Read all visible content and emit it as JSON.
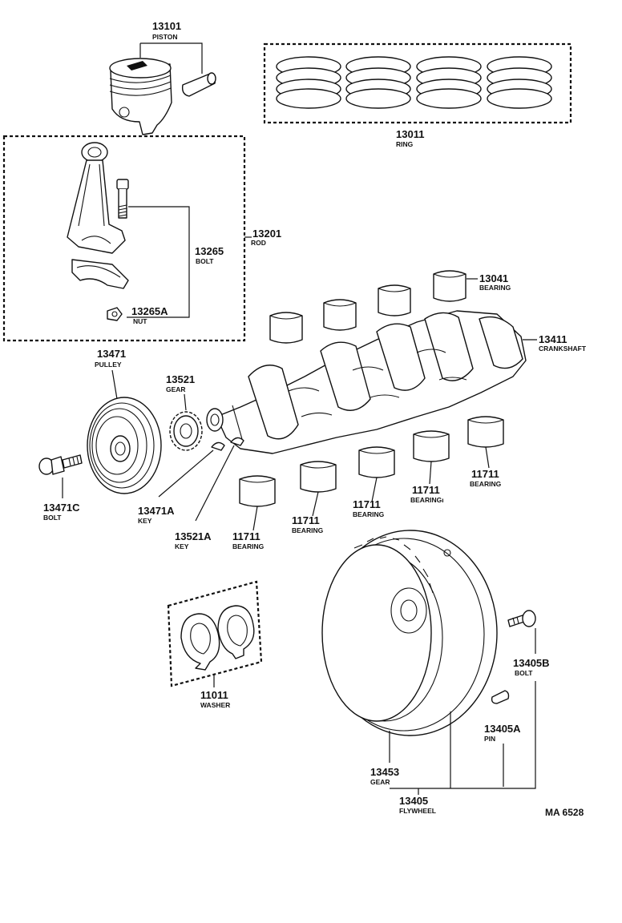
{
  "parts": [
    {
      "id": "piston",
      "number": "13101",
      "name": "PISTON"
    },
    {
      "id": "ring",
      "number": "13011",
      "name": "RING"
    },
    {
      "id": "rod",
      "number": "13201",
      "name": "ROD"
    },
    {
      "id": "rod-bolt",
      "number": "13265",
      "name": "BOLT"
    },
    {
      "id": "rod-nut",
      "number": "13265A",
      "name": "NUT"
    },
    {
      "id": "bearing-13041",
      "number": "13041",
      "name": "BEARING"
    },
    {
      "id": "crankshaft",
      "number": "13411",
      "name": "CRANKSHAFT"
    },
    {
      "id": "pulley",
      "number": "13471",
      "name": "PULLEY"
    },
    {
      "id": "gear-13521",
      "number": "13521",
      "name": "GEAR"
    },
    {
      "id": "pulley-bolt",
      "number": "13471C",
      "name": "BOLT"
    },
    {
      "id": "key-13471a",
      "number": "13471A",
      "name": "KEY"
    },
    {
      "id": "key-13521a",
      "number": "13521A",
      "name": "KEY"
    },
    {
      "id": "bearing-a",
      "number": "11711",
      "name": "BEARING"
    },
    {
      "id": "bearing-b",
      "number": "11711",
      "name": "BEARING"
    },
    {
      "id": "bearing-c",
      "number": "11711",
      "name": "BEARING"
    },
    {
      "id": "bearing-d",
      "number": "11711",
      "name": "BEARINGı"
    },
    {
      "id": "bearing-e",
      "number": "11711",
      "name": "BEARING"
    },
    {
      "id": "washer",
      "number": "11011",
      "name": "WASHER"
    },
    {
      "id": "flywheel-bolt",
      "number": "13405B",
      "name": "BOLT"
    },
    {
      "id": "flywheel-pin",
      "number": "13405A",
      "name": "PIN"
    },
    {
      "id": "ring-gear",
      "number": "13453",
      "name": "GEAR"
    },
    {
      "id": "flywheel",
      "number": "13405",
      "name": "FLYWHEEL"
    }
  ],
  "diagram_code": "MA 6528"
}
